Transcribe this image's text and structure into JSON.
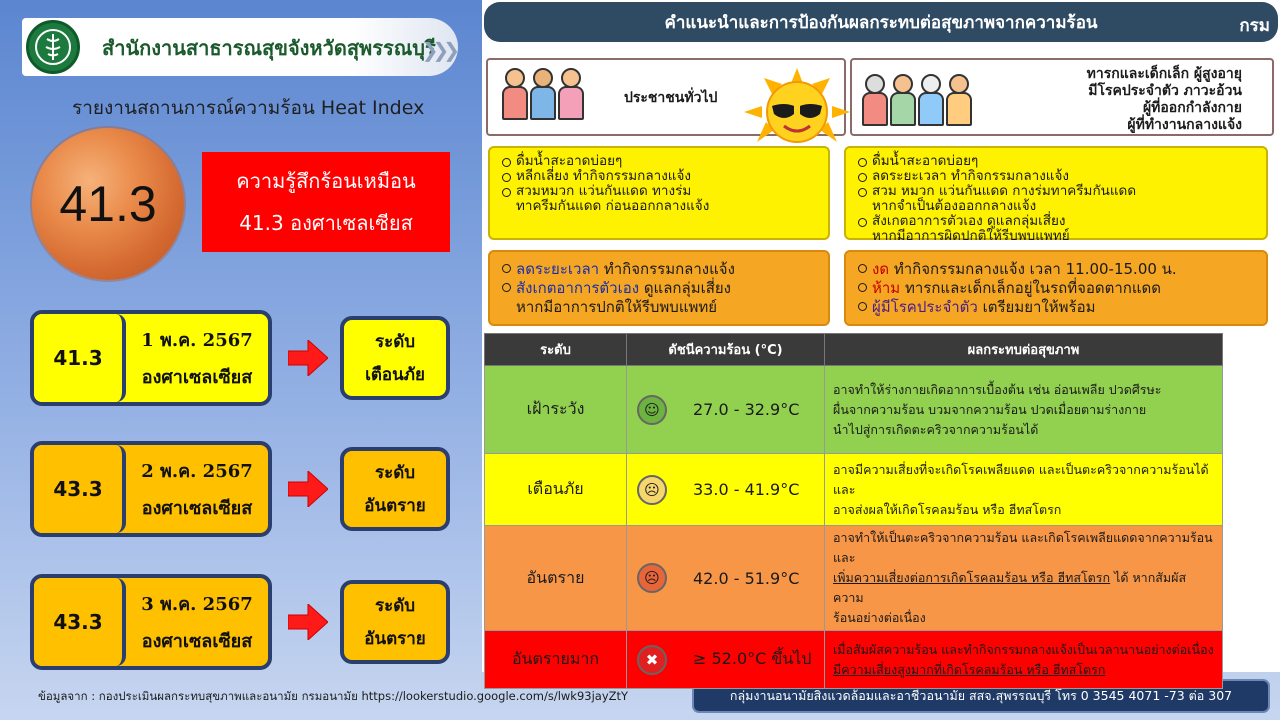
{
  "header": {
    "org_name": "สำนักงานสาธารณสุขจังหวัดสุพรรณบุรี",
    "report_title": "รายงานสถานการณ์ความร้อน Heat Index"
  },
  "current": {
    "value": "41.3",
    "feel_line1": "ความรู้สึกร้อนเหมือน",
    "feel_line2": "41.3 องศาเซลเซียส"
  },
  "forecast": [
    {
      "value": "41.3",
      "date": "1 พ.ค. 2567",
      "unit": "องศาเซลเซียส",
      "level_prefix": "ระดับ",
      "level": "เตือนภัย",
      "color": "#ffff00"
    },
    {
      "value": "43.3",
      "date": "2 พ.ค. 2567",
      "unit": "องศาเซลเซียส",
      "level_prefix": "ระดับ",
      "level": "อันตราย",
      "color": "#ffc000"
    },
    {
      "value": "43.3",
      "date": "3 พ.ค. 2567",
      "unit": "องศาเซลเซียส",
      "level_prefix": "ระดับ",
      "level": "อันตราย",
      "color": "#ffc000"
    }
  ],
  "footer": {
    "source": "ข้อมูลจาก : กองประเมินผลกระทบสุขภาพและอนามัย กรมอนามัย https://lookerstudio.google.com/s/lwk93jayZtY",
    "contact": "กลุ่มงานอนามัยสิ่งแวดล้อมและอาชีวอนามัย  สสจ.สุพรรณบุรี โทร 0 3545 4071 -73 ต่อ 307"
  },
  "infographic": {
    "title": "คำแนะนำและการป้องกันผลกระทบต่อสุขภาพจากความร้อน",
    "corner": "กรม",
    "general_public": "ประชาชนทั่วไป",
    "risk_group": [
      "ทารกและเด็กเล็ก ผู้สูงอายุ",
      "มีโรคประจำตัว ภาวะอ้วน",
      "ผู้ที่ออกกำลังกาย",
      "ผู้ที่ทำงานกลางแจ้ง"
    ],
    "general_tips": [
      "ดื่มน้ำสะอาดบ่อยๆ",
      "หลีกเลี่ยง ทำกิจกรรมกลางแจ้ง",
      "สวมหมวก แว่นกันแดด ทางร่ม",
      "ทาครีมกันแดด ก่อนออกกลางแจ้ง"
    ],
    "risk_tips": [
      "ดื่มน้ำสะอาดบ่อยๆ",
      "ลดระยะเวลา ทำกิจกรรมกลางแจ้ง",
      "สวม หมวก แว่นกันแดด กางร่มทาครีมกันแดด",
      "หากจำเป็นต้องออกกลางแจ้ง",
      "สังเกตอาการตัวเอง ดูแลกลุ่มเสี่ยง",
      "หากมีอาการผิดปกติให้รีบพบแพทย์"
    ],
    "general_danger": {
      "t1_em": "ลดระยะเวลา",
      "t1": " ทำกิจกรรมกลางแจ้ง",
      "t2_em": "สังเกตอาการตัวเอง",
      "t2": " ดูแลกลุ่มเสี่ยง",
      "t3": "หากมีอาการปกติให้รีบพบแพทย์"
    },
    "risk_danger": {
      "t1_em": "งด",
      "t1": " ทำกิจกรรมกลางแจ้ง เวลา 11.00-15.00 น.",
      "t2_em": "ห้าม",
      "t2": " ทารกและเด็กเล็กอยู่ในรถที่จอดตากแดด",
      "t3_em": "ผู้มีโรคประจำตัว",
      "t3": " เตรียมยาให้พร้อม"
    },
    "table": {
      "headers": [
        "ระดับ",
        "ดัชนีความร้อน (°C)",
        "ผลกระทบต่อสุขภาพ"
      ],
      "rows": [
        {
          "level": "เฝ้าระวัง",
          "range": "27.0 - 32.9°C",
          "face": "☺",
          "bg": "#92d050",
          "face_bg": "#6cb33f",
          "effect1": "อาจทำให้ร่างกายเกิดอาการเบื้องต้น  เช่น อ่อนเพลีย ปวดศีรษะ",
          "effect2": "ผื่นจากความร้อน บวมจากความร้อน ปวดเมื่อยตามร่างกาย",
          "effect3": "นำไปสู่การเกิดตะคริวจากความร้อนได้"
        },
        {
          "level": "เตือนภัย",
          "range": "33.0 - 41.9°C",
          "face": "☹",
          "bg": "#ffff00",
          "face_bg": "#f5d76e",
          "effect1": "อาจมีความเสี่ยงที่จะเกิดโรคเพลียแดด และเป็นตะคริวจากความร้อนได้ และ",
          "effect2": "อาจส่งผลให้เกิดโรคลมร้อน หรือ ฮีทสโตรก",
          "effect3": ""
        },
        {
          "level": "อันตราย",
          "range": "42.0 - 51.9°C",
          "face": "☹",
          "bg": "#f79646",
          "face_bg": "#e8653a",
          "effect1": "อาจทำให้เป็นตะคริวจากความร้อน และเกิดโรคเพลียแดดจากความร้อน และ",
          "effect2": "เพิ่มความเสี่ยงต่อการเกิดโรคลมร้อน หรือ ฮีทสโตรก",
          "effect2b": " ได้ หากสัมผัสความ",
          "effect3": "ร้อนอย่างต่อเนื่อง"
        },
        {
          "level": "อันตรายมาก",
          "range": "≥ 52.0°C ขึ้นไป",
          "face": "✖",
          "bg": "#ff0000",
          "face_bg": "#e02020",
          "effect1": "เมื่อสัมผัสความร้อน และทำกิจกรรมกลางแจ้งเป็นเวลานานอย่างต่อเนื่อง",
          "effect2": "มีความเสี่ยงสูงมากที่เกิดโรคลมร้อน หรือ ฮีทสโตรก",
          "effect3": ""
        }
      ]
    }
  }
}
